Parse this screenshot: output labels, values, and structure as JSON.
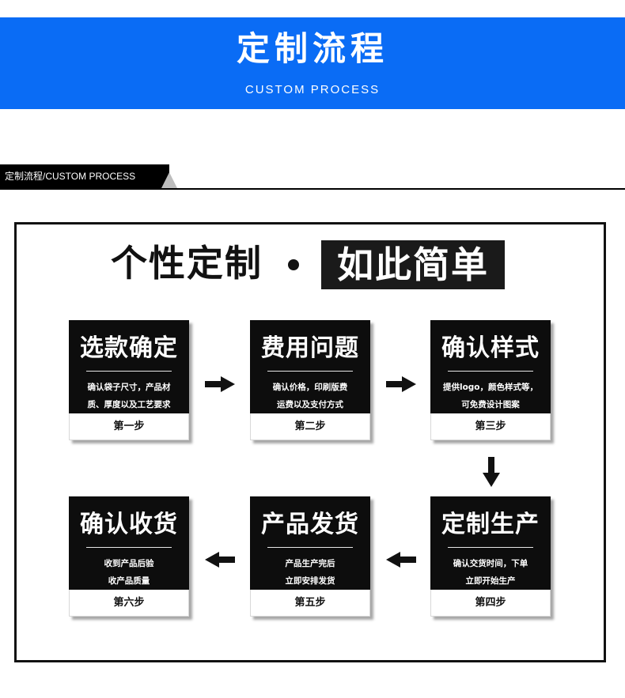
{
  "banner": {
    "title": "定制流程",
    "subtitle": "CUSTOM PROCESS"
  },
  "section": {
    "tag": "定制流程/CUSTOM PROCESS"
  },
  "headline": {
    "left": "个性定制",
    "right": "如此简单"
  },
  "steps": [
    {
      "title": "选款确定",
      "desc": "确认袋子尺寸，产品材\n质、厚度以及工艺要求",
      "step": "第一步"
    },
    {
      "title": "费用问题",
      "desc": "确认价格，印刷版费\n运费以及支付方式",
      "step": "第二步"
    },
    {
      "title": "确认样式",
      "desc": "提供logo，颜色样式等，\n可免费设计图案",
      "step": "第三步"
    },
    {
      "title": "定制生产",
      "desc": "确认交货时间，下单\n立即开始生产",
      "step": "第四步"
    },
    {
      "title": "产品发货",
      "desc": "产品生产完后\n立即安排发货",
      "step": "第五步"
    },
    {
      "title": "确认收货",
      "desc": "收到产品后验\n收产品质量",
      "step": "第六步"
    }
  ],
  "icons": {
    "arrow_right": "arrow-right-icon",
    "arrow_down": "arrow-down-icon",
    "arrow_left": "arrow-left-icon"
  },
  "colors": {
    "banner": "#0a6cf5",
    "card": "#0d0d0d",
    "text": "#111111"
  }
}
